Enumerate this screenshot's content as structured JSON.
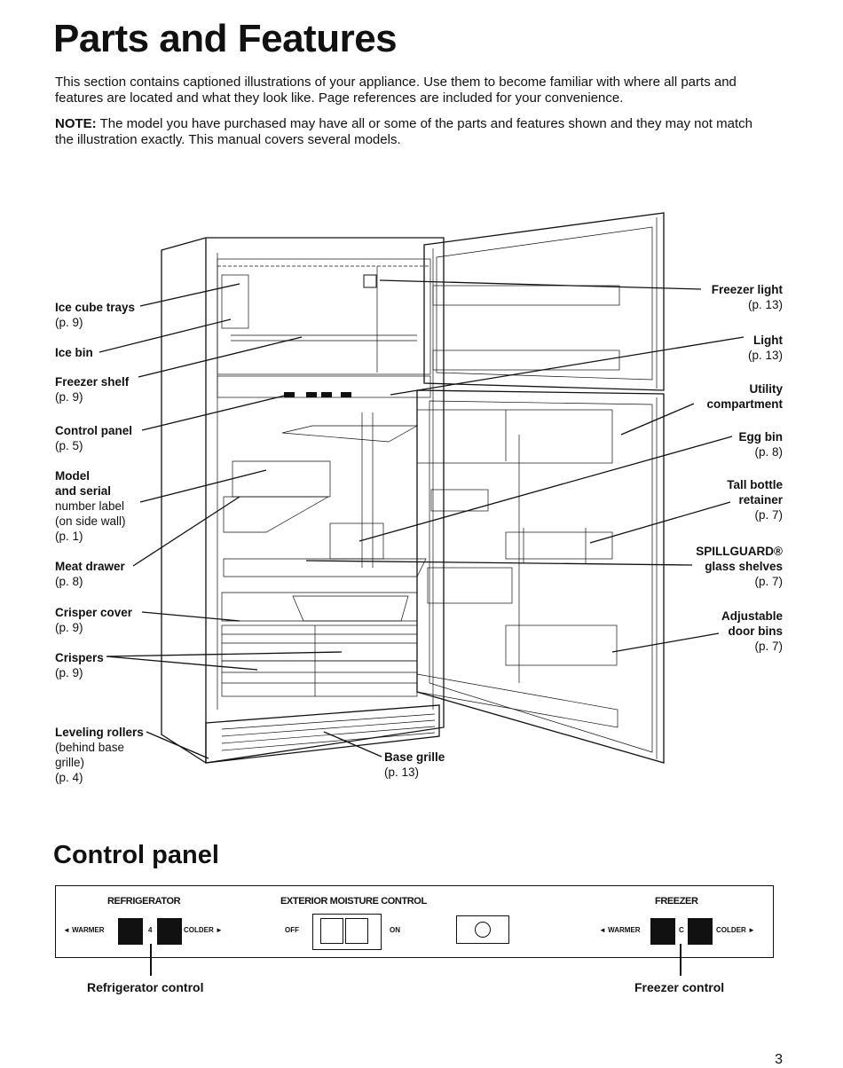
{
  "page": {
    "title": "Parts and Features",
    "intro": "This section contains captioned illustrations of your appliance. Use them to become familiar with where all parts and features are located and what they look like. Page references are included for your convenience.",
    "note_label": "NOTE:",
    "note_text": " The model you have purchased may have all or some of the parts and features shown and they may not match the illustration exactly. This manual covers several models.",
    "page_number": "3"
  },
  "left_labels": [
    {
      "name": "Ice cube trays",
      "page": "(p. 9)"
    },
    {
      "name": "Ice bin",
      "page": ""
    },
    {
      "name": "Freezer shelf",
      "page": "(p. 9)"
    },
    {
      "name": "Control panel",
      "page": "(p. 5)"
    },
    {
      "name": "Model",
      "line2": "and serial",
      "line3": "number label",
      "line4": "(on side wall)",
      "page": "(p. 1)"
    },
    {
      "name": "Meat drawer",
      "page": "(p. 8)"
    },
    {
      "name": "Crisper cover",
      "page": "(p. 9)"
    },
    {
      "name": "Crispers",
      "page": "(p. 9)"
    },
    {
      "name": "Leveling rollers",
      "line2": "(behind base",
      "line3": "grille)",
      "page": "(p. 4)"
    }
  ],
  "right_labels": [
    {
      "name": "Freezer light",
      "page": "(p. 13)"
    },
    {
      "name": "Light",
      "page": "(p. 13)"
    },
    {
      "name": "Utility",
      "line2": "compartment",
      "page": ""
    },
    {
      "name": "Egg bin",
      "page": "(p. 8)"
    },
    {
      "name": "Tall bottle",
      "line2": "retainer",
      "page": "(p. 7)"
    },
    {
      "name": "SPILLGUARD®",
      "line2": "glass shelves",
      "page": "(p. 7)"
    },
    {
      "name": "Adjustable",
      "line2": "door bins",
      "page": "(p. 7)"
    }
  ],
  "base_grille": {
    "name": "Base grille",
    "page": "(p. 13)"
  },
  "control_panel": {
    "heading": "Control panel",
    "refrigerator": {
      "label": "REFRIGERATOR",
      "warmer": "◄ WARMER",
      "colder": "COLDER ►",
      "setting": "4"
    },
    "moisture": {
      "label": "EXTERIOR MOISTURE CONTROL",
      "off": "OFF",
      "on": "ON"
    },
    "freezer": {
      "label": "FREEZER",
      "warmer": "◄ WARMER",
      "colder": "COLDER ►",
      "setting": "C"
    },
    "refrigerator_caption": "Refrigerator control",
    "freezer_caption": "Freezer control"
  }
}
